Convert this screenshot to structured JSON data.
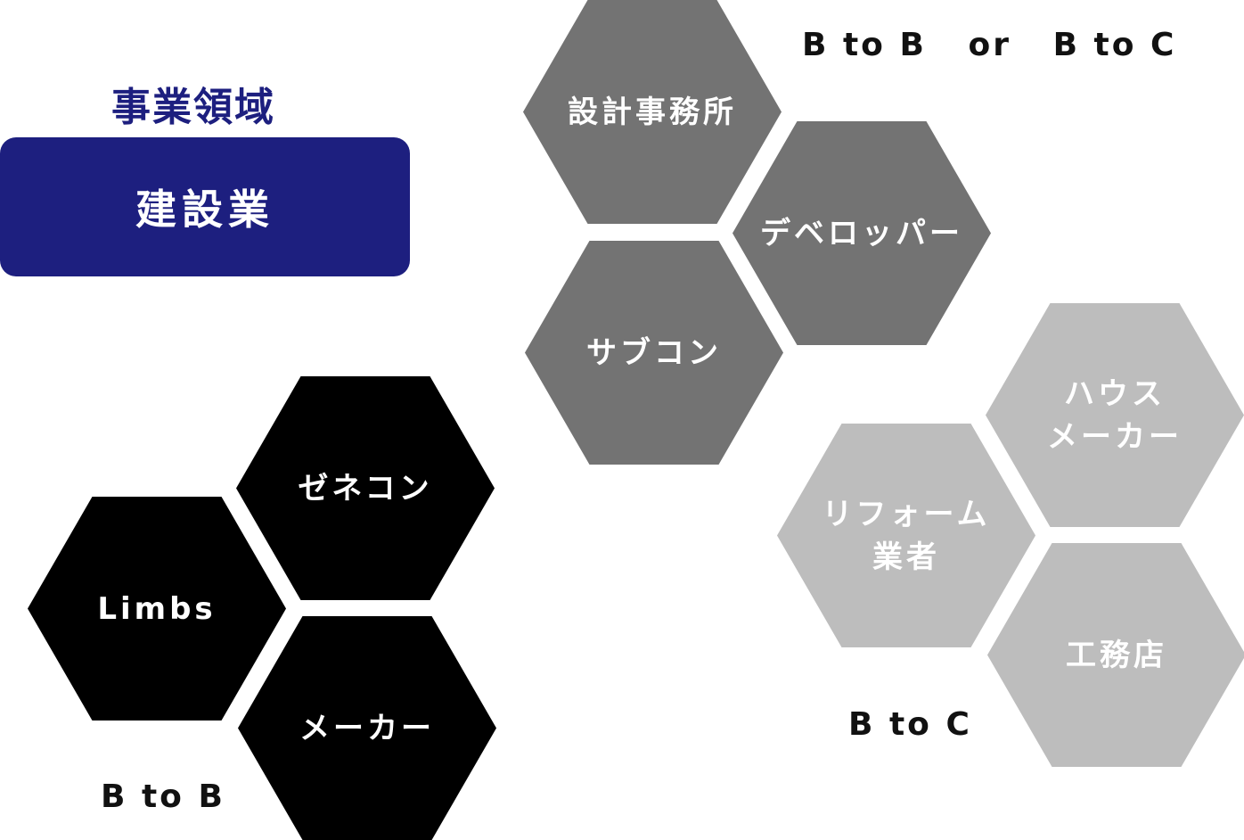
{
  "title": "事業領域",
  "industry": "建設業",
  "captions": {
    "top": "B to B   or   B to C",
    "bottom_right": "B to C",
    "bottom_left": "B to B"
  },
  "hexagons": {
    "design_office": "設計事務所",
    "developer": "デベロッパー",
    "subcon": "サブコン",
    "house_maker": [
      "ハウス",
      "メーカー"
    ],
    "reform": [
      "リフォーム",
      "業者"
    ],
    "builder": "工務店",
    "zenecon": "ゼネコン",
    "limbs": "Limbs",
    "maker": "メーカー"
  },
  "colors": {
    "navy": "#1d1f7f",
    "dark": "#737373",
    "light": "#bdbdbd",
    "black": "#000000"
  }
}
